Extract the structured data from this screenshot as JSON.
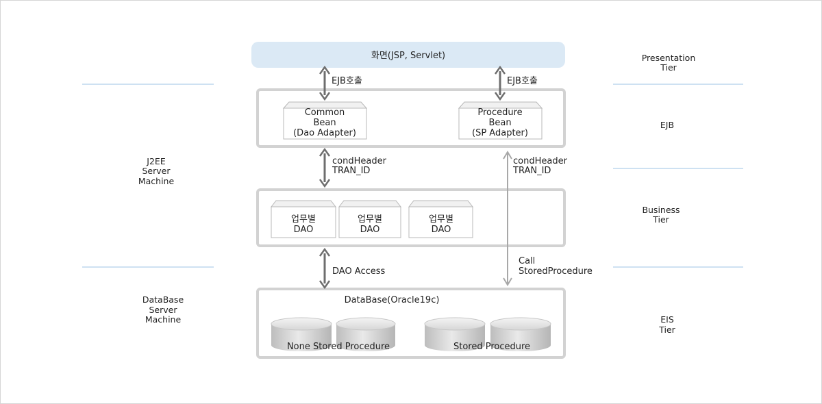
{
  "presentation_box": {
    "label": "화면(JSP, Servlet)"
  },
  "tiers": {
    "presentation": [
      "Presentation",
      "Tier"
    ],
    "ejb": [
      "EJB"
    ],
    "business": [
      "Business",
      "Tier"
    ],
    "eis": [
      "EIS",
      "Tier"
    ]
  },
  "machines": {
    "j2ee": [
      "J2EE",
      "Server",
      "Machine"
    ],
    "database": [
      "DataBase",
      "Server",
      "Machine"
    ]
  },
  "ejb_beans": {
    "common": [
      "Common",
      "Bean",
      "(Dao Adapter)"
    ],
    "procedure": [
      "Procedure",
      "Bean",
      "(SP Adapter)"
    ]
  },
  "daos": [
    [
      "업무별",
      "DAO"
    ],
    [
      "업무별",
      "DAO"
    ],
    [
      "업무별",
      "DAO"
    ]
  ],
  "connectors": {
    "ejb_call_left": "EJB호출",
    "ejb_call_right": "EJB호출",
    "cond_left": [
      "condHeader",
      "TRAN_ID"
    ],
    "cond_right": [
      "condHeader",
      "TRAN_ID"
    ],
    "dao_access": "DAO Access",
    "call_sp": [
      "Call",
      "StoredProcedure"
    ]
  },
  "database": {
    "title": "DataBase(Oracle19c)",
    "none_stored": "None Stored Procedure",
    "stored": "Stored Procedure"
  }
}
